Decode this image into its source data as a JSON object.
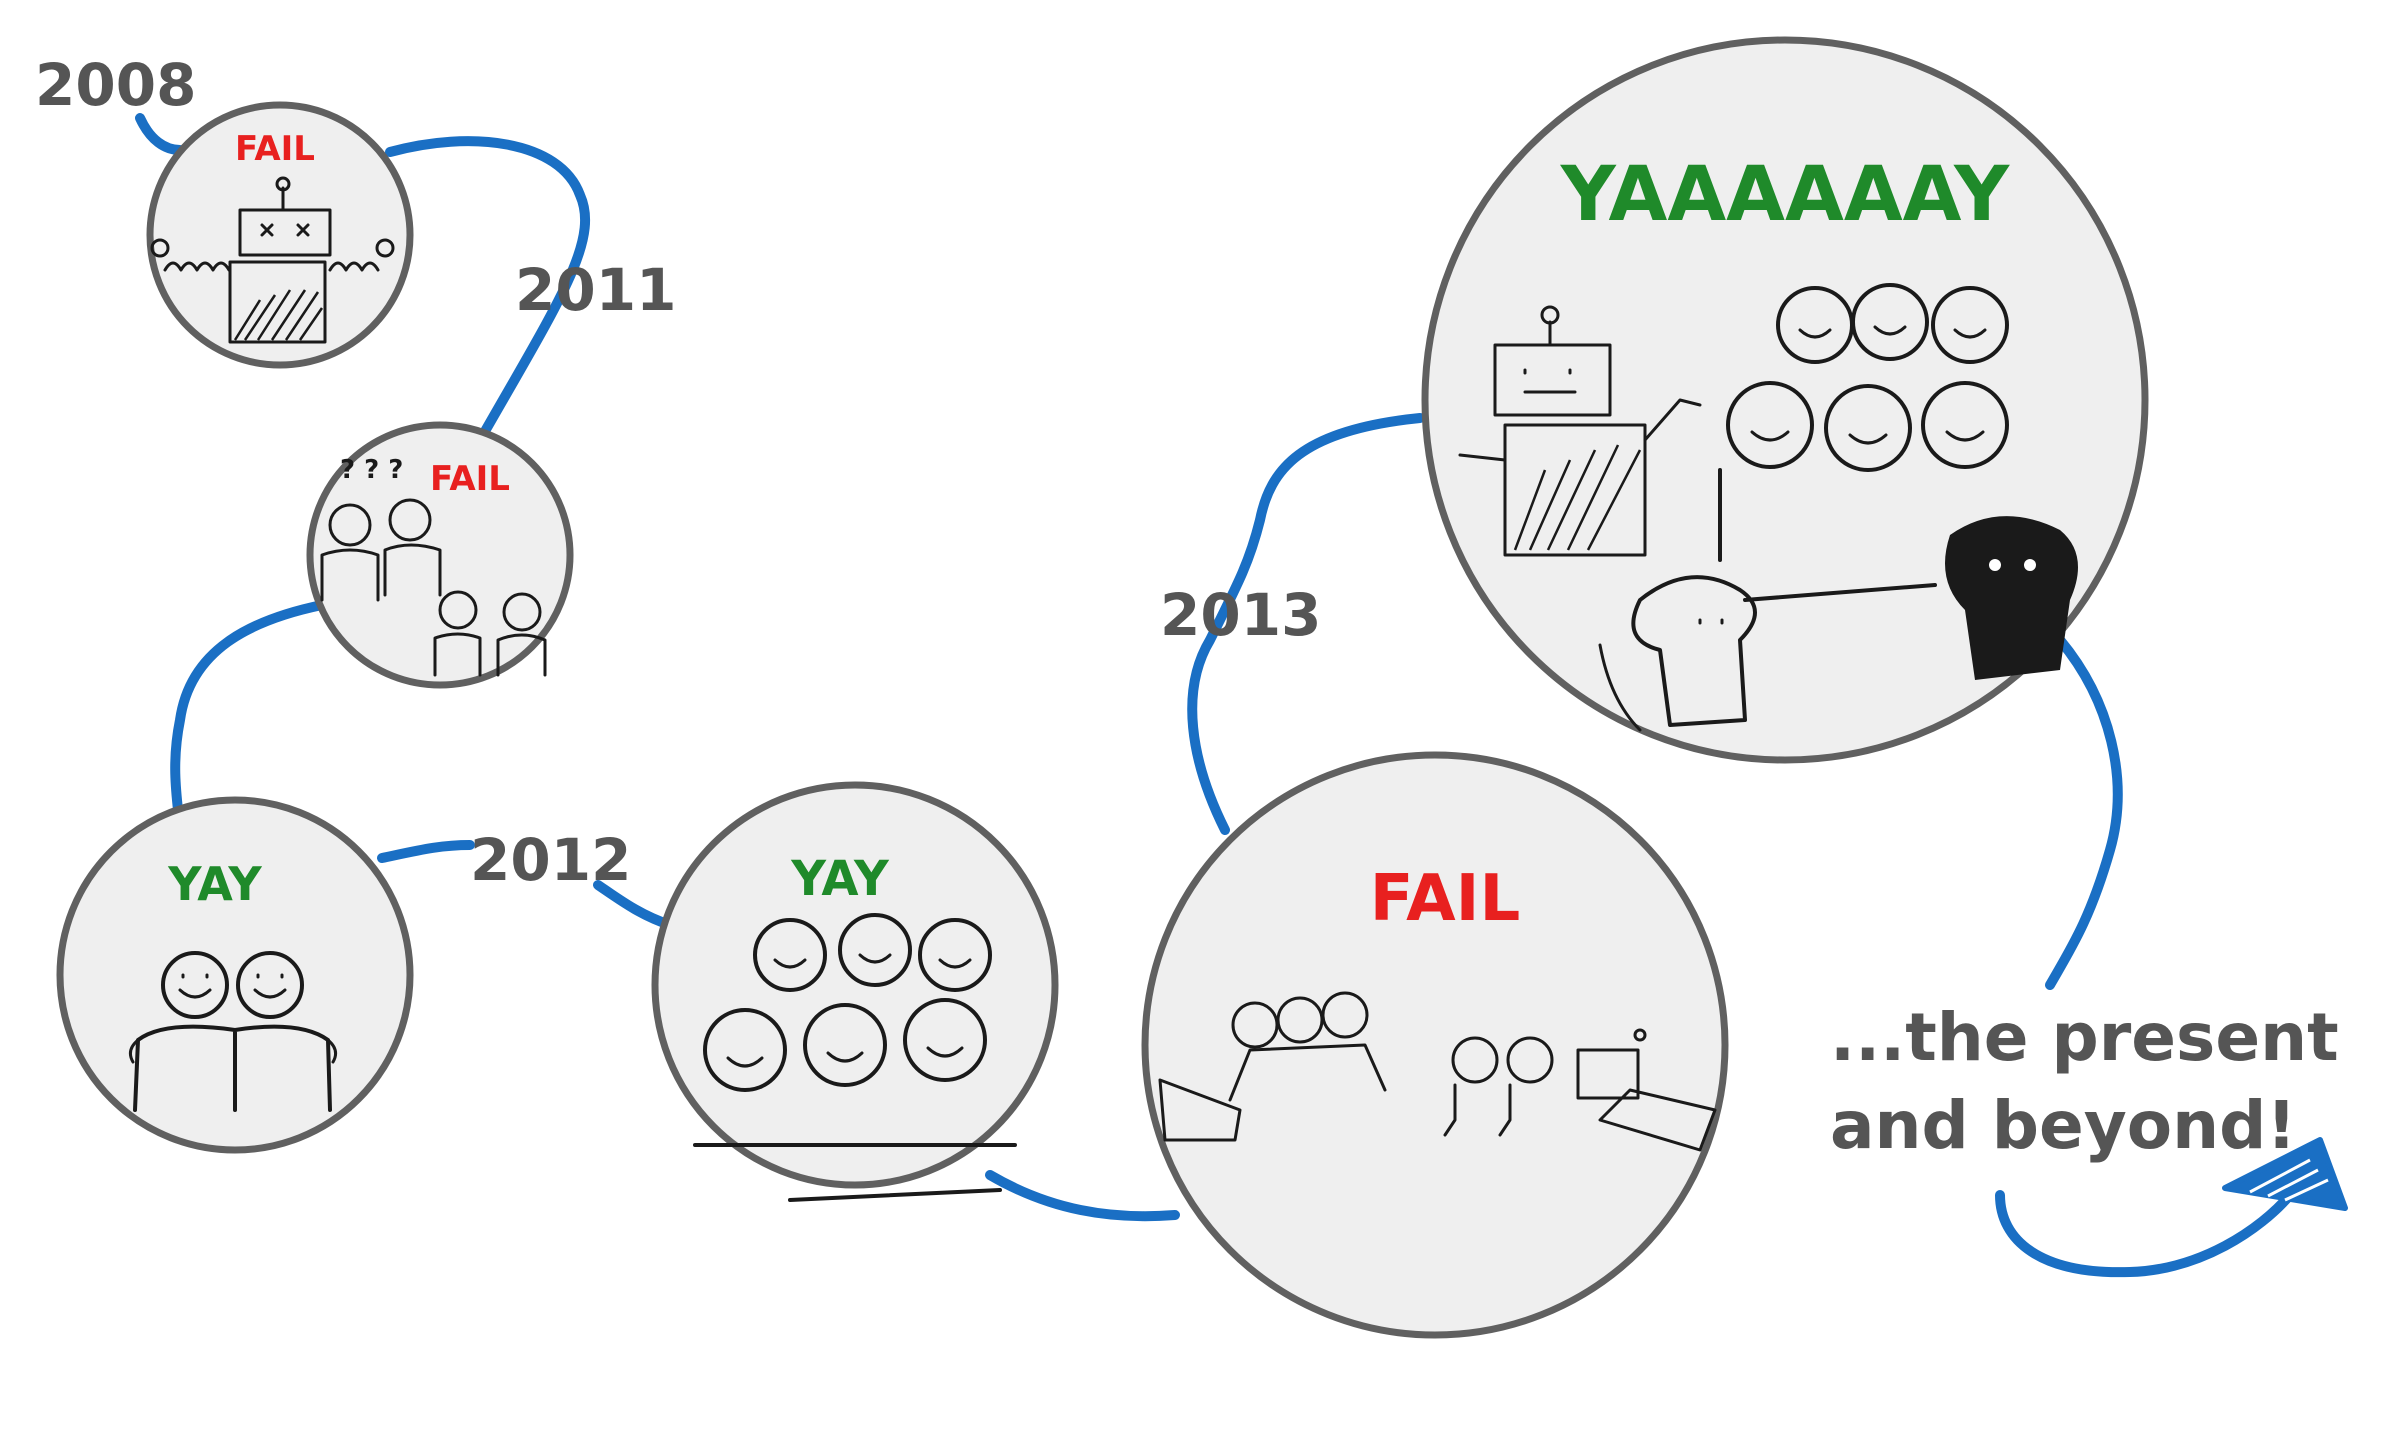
{
  "colors": {
    "path_line": "#1a6fc4",
    "bubble_fill": "#efefef",
    "bubble_stroke": "#606060",
    "year_text": "#555555",
    "fail": "#e8201f",
    "yay": "#1f8a2a",
    "ending_text": "#555555"
  },
  "years": {
    "y2008": "2008",
    "y2011": "2011",
    "y2012": "2012",
    "y2013": "2013"
  },
  "bubbles": {
    "b1": {
      "label": "FAIL",
      "tone": "fail",
      "scene": "robot"
    },
    "b2": {
      "label": "FAIL",
      "tone": "fail",
      "scene": "confused-people"
    },
    "b3": {
      "label": "YAY",
      "tone": "yay",
      "scene": "two-friends"
    },
    "b4": {
      "label": "YAY",
      "tone": "yay",
      "scene": "group"
    },
    "b5": {
      "label": "FAIL",
      "tone": "fail",
      "scene": "scattered-teams"
    },
    "b6": {
      "label": "YAAAAAAY",
      "tone": "yay",
      "scene": "team-robot-dogs"
    }
  },
  "question_marks": "? ? ?",
  "ending": {
    "line1": "...the present",
    "line2": "and beyond!"
  }
}
